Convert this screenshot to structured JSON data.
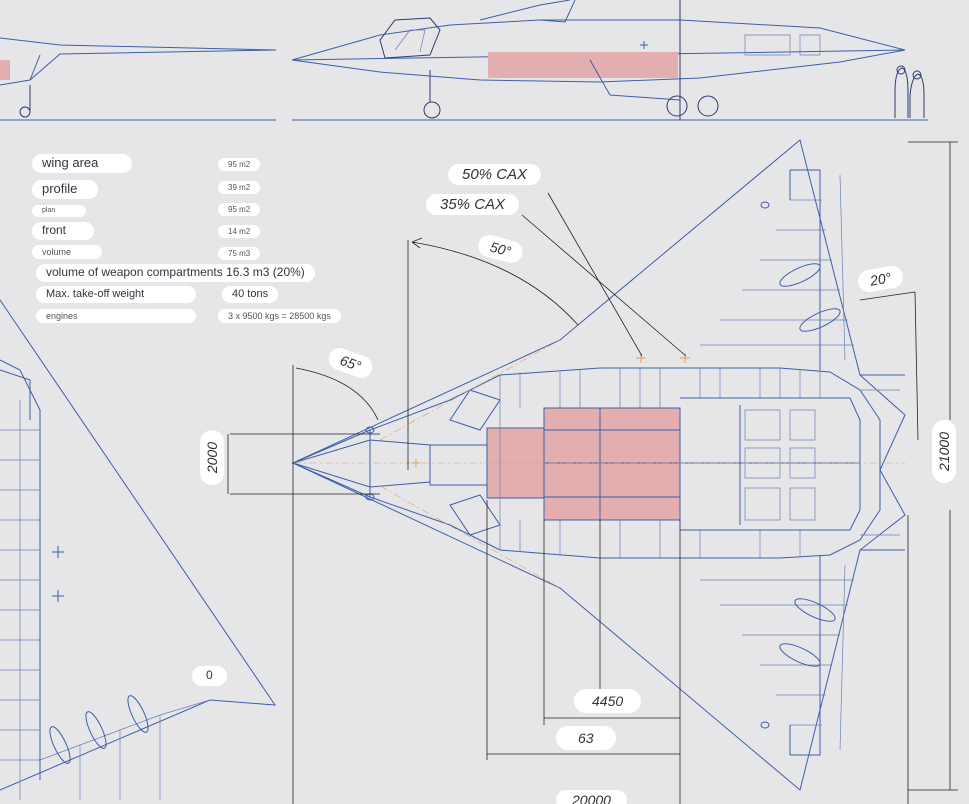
{
  "specs": {
    "wing_area": {
      "label": "wing area",
      "value": "95 m2"
    },
    "profile": {
      "label": "profile",
      "value": "39 m2"
    },
    "plan": {
      "label": "plan",
      "value": "95 m2"
    },
    "front": {
      "label": "front",
      "value": "14 m2"
    },
    "volume": {
      "label": "volume",
      "value": "75 m3"
    },
    "weapon_volume": "volume of weapon compartments 16.3 m3 (20%)",
    "takeoff": {
      "label": "Max. take-off weight",
      "value": "40 tons"
    },
    "engines": {
      "label": "engines",
      "value": "3 x 9500 kgs = 28500 kgs"
    }
  },
  "annotations": {
    "cax50": "50% CAX",
    "cax35": "35% CAX",
    "angle50": "50°",
    "angle20": "20°",
    "angle65": "65°",
    "dim2000": "2000",
    "dim21000": "21000",
    "dim4450": "4450",
    "dim63": "63",
    "dim_bottom": "20000",
    "zero": "0"
  },
  "colors": {
    "line": "#3d5ea8",
    "dark_line": "#2b3b6b",
    "bay": "#e3aeb0",
    "background": "#e6e6e9"
  }
}
